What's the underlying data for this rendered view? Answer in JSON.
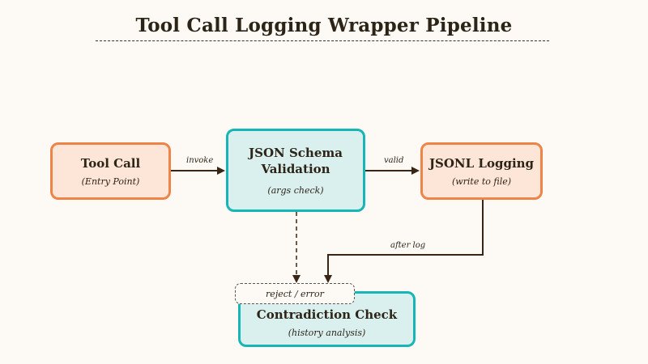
{
  "title": "Tool Call Logging Wrapper Pipeline",
  "nodes": {
    "tool_call": {
      "title": "Tool Call",
      "sub": "(Entry Point)",
      "color": "#ee8448"
    },
    "schema": {
      "title_line1": "JSON Schema",
      "title_line2": "Validation",
      "sub": "(args check)",
      "color": "#17b6b6"
    },
    "logging": {
      "title": "JSONL Logging",
      "sub": "(write to file)",
      "color": "#ee8448"
    },
    "contradiction": {
      "title": "Contradiction Check",
      "sub": "(history analysis)",
      "color": "#17b6b6"
    }
  },
  "edges": {
    "invoke": "invoke",
    "valid": "valid",
    "after_log": "after log",
    "reject": "reject / error"
  }
}
